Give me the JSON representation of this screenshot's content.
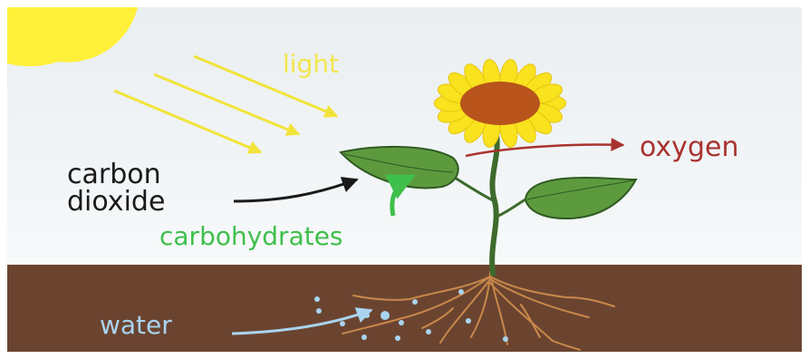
{
  "labels": {
    "light": "light",
    "oxygen": "oxygen",
    "carbon_dioxide_line1": "carbon",
    "carbon_dioxide_line2": "dioxide",
    "carbohydrates": "carbohydrates",
    "water": "water"
  },
  "colors": {
    "sky_top": "#e9eef1",
    "sky_bottom": "#f7f9fa",
    "sun": "#fff03a",
    "light_rays": "#f2e33a",
    "light_text": "#f3e64c",
    "soil": "#6b4430",
    "petals": "#f9e21e",
    "flower_center": "#b8541c",
    "stem": "#3d6b2c",
    "leaf_fill": "#5d9a3e",
    "leaf_edge": "#2f5a22",
    "roots": "#c9884a",
    "water_drops": "#a9d4ef",
    "oxygen": "#a8332f",
    "carbon_dioxide": "#1a1a1a",
    "carbohydrates": "#3fbf4c",
    "water_arrow": "#a9d4ef",
    "water_text": "#a9d4ef"
  }
}
